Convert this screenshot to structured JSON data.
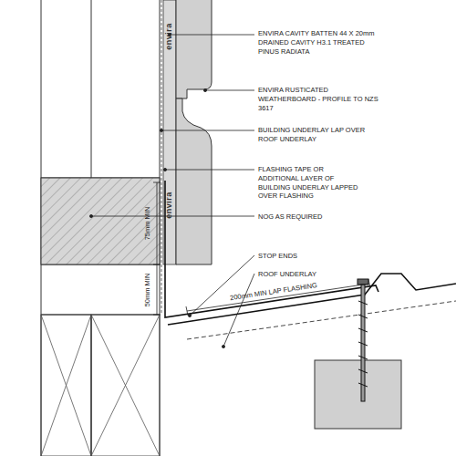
{
  "diagram": {
    "labels": [
      "ENVIRA CAVITY BATTEN 44 X 20mm DRAINED CAVITY H3.1 TREATED PINUS RADIATA",
      "ENVIRA RUSTICATED WEATHERBOARD - PROFILE TO NZS 3617",
      "BUILDING UNDERLAY LAP OVER ROOF UNDERLAY",
      "FLASHING TAPE OR ADDITIONAL LAYER OF BUILDING UNDERLAY LAPPED OVER FLASHING",
      "NOG AS REQUIRED",
      "STOP ENDS",
      "ROOF UNDERLAY",
      "200mm MIN LAP FLASHING",
      "75mm MIN",
      "50mm MIN",
      "envira",
      "envira"
    ]
  }
}
